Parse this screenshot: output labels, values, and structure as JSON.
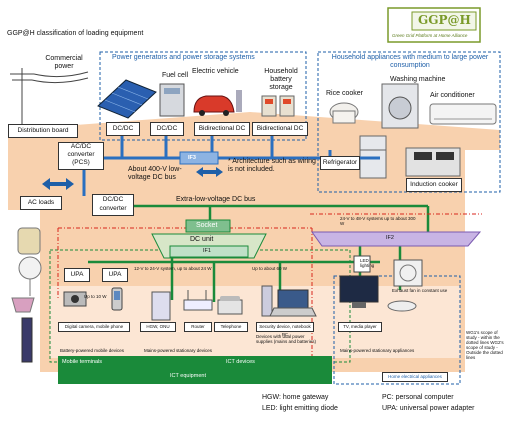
{
  "header": {
    "title": "GGP@H classification of loading equipment",
    "logo_text": "GGP@H",
    "logo_caption": "Green Grid Platform at Home Alliance"
  },
  "left": {
    "commercial_power": "Commercial power",
    "distribution_board": "Distribution board",
    "ac_dc_converter": "AC/DC converter (PCS)",
    "ac_loads": "AC loads",
    "dc_dc_converter": "DC/DC converter"
  },
  "generators": {
    "title": "Power generators and power storage systems",
    "fuel_cell": "Fuel cell",
    "electric_vehicle": "Electric vehicle",
    "household_battery": "Household battery storage",
    "units": [
      "DC/DC",
      "DC/DC",
      "Bidirectional DC",
      "Bidirectional DC"
    ]
  },
  "appliances": {
    "title": "Household appliances with medium to large power consumption",
    "washing_machine": "Washing machine",
    "rice_cooker": "Rice cooker",
    "air_conditioner": "Air conditioner",
    "refrigerator": "Refrigerator",
    "induction_cooker": "Induction cooker"
  },
  "bus": {
    "if3": "IF3",
    "note": "* Architecture such as wiring is not included.",
    "dc_400": "About 400-V low-voltage DC bus",
    "elv_title": "Extra-low-voltage DC bus",
    "socket": "Socket",
    "dc_unit": "DC unit",
    "if1": "IF1",
    "if2": "IF2",
    "range_12_24": "12-V to 24-V system, up to about 24 W",
    "range_60": "Up to about 60 W",
    "range_24_48": "24-V to  48-V systems up to about 300 W",
    "upa": "UPA",
    "upa_10w": "Up to 10 W"
  },
  "devices": {
    "camera": "Digital camera, mobile phone",
    "hgw": "HGW, ONU",
    "router": "Router",
    "telephone": "Telephone",
    "security": "Security device, notebook PC",
    "tv": "TV, media player",
    "led": "LED lighting",
    "fan": "Exhaust fan in constant use"
  },
  "groups": {
    "battery_mobile": "Battery-powered mobile devices",
    "mains_stationary": "Mains-powered stationary devices",
    "dual_power": "Devices with dual power supplies (mains and batteries)",
    "mains_appliances": "Mains-powered stationary appliances",
    "mobile_terminals": "Mobile terminals",
    "ict_devices": "ICT devices",
    "ict_equipment": "ICT equipment",
    "home_electrical": "Home electrical appliances",
    "scope_note": "WG1's scope of study - within the dotted lines WG2's scope of study -Outside the dotted lines"
  },
  "legend": {
    "hgw": "HGW: home gateway",
    "led": "LED: light emitting diode",
    "pc": "PC: personal computer",
    "upa": "UPA: universal  power  adapter"
  },
  "colors": {
    "orange": "#f7c9a0",
    "blue_bus": "#2a6fc0",
    "green_bus": "#1a8a3a",
    "red_dash": "#d9261c",
    "purple": "#c8b4e4",
    "brand": "#7a9a2a"
  }
}
